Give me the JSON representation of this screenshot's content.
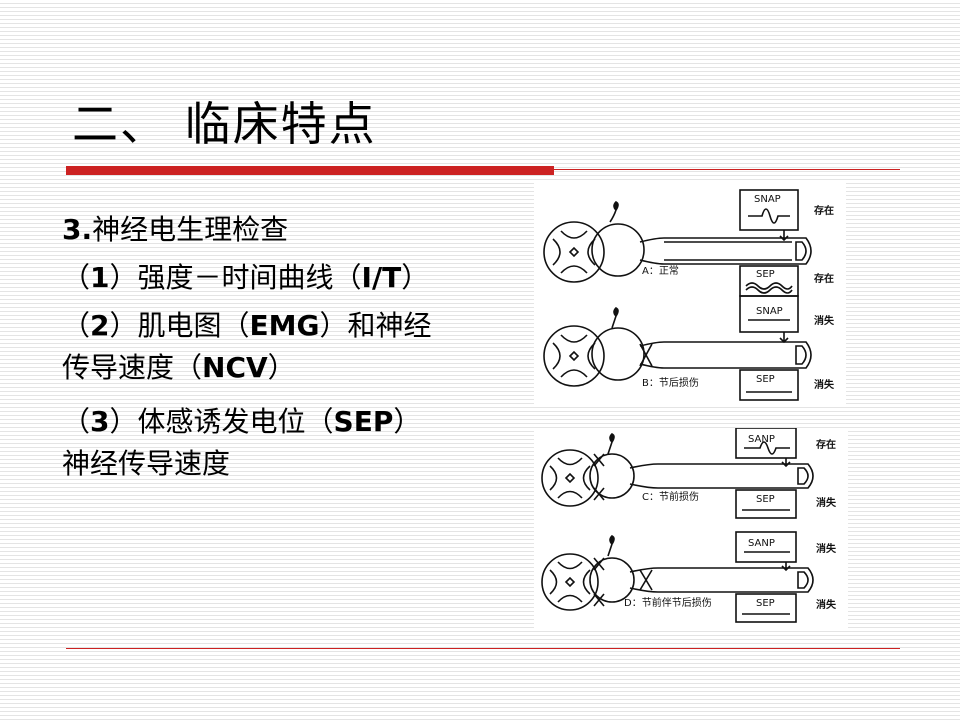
{
  "slide": {
    "title": "二、 临床特点",
    "lines": [
      {
        "num": "3.",
        "text": "神经电生理检查"
      },
      {
        "open": "（",
        "num": "1",
        "close": "）",
        "text": "强度－时间曲线（",
        "b": "I/T",
        "end": "）"
      },
      {
        "open": "（",
        "num": "2",
        "close": "）",
        "text": "肌电图（",
        "b": "EMG",
        "end": "）和神经"
      },
      {
        "text": "传导速度（",
        "b": "NCV",
        "end": "）"
      },
      {
        "open": "（",
        "num": "3",
        "close": "）",
        "text": "体感诱发电位（",
        "b": "SEP",
        "end": "）"
      },
      {
        "text": "神经传导速度"
      }
    ]
  },
  "diagrams": [
    {
      "label": "A：正常",
      "upper_box": "SNAP",
      "upper_status": "存在",
      "lower_box": "SEP",
      "lower_status": "存在"
    },
    {
      "label": "B：节后损伤",
      "upper_box": "SNAP",
      "upper_status": "消失",
      "lower_box": "SEP",
      "lower_status": "消失"
    },
    {
      "label": "C：节前损伤",
      "upper_box": "SANP",
      "upper_status": "存在",
      "lower_box": "SEP",
      "lower_status": "消失"
    },
    {
      "label": "D：节前伴节后损伤",
      "upper_box": "SANP",
      "upper_status": "消失",
      "lower_box": "SEP",
      "lower_status": "消失"
    }
  ]
}
